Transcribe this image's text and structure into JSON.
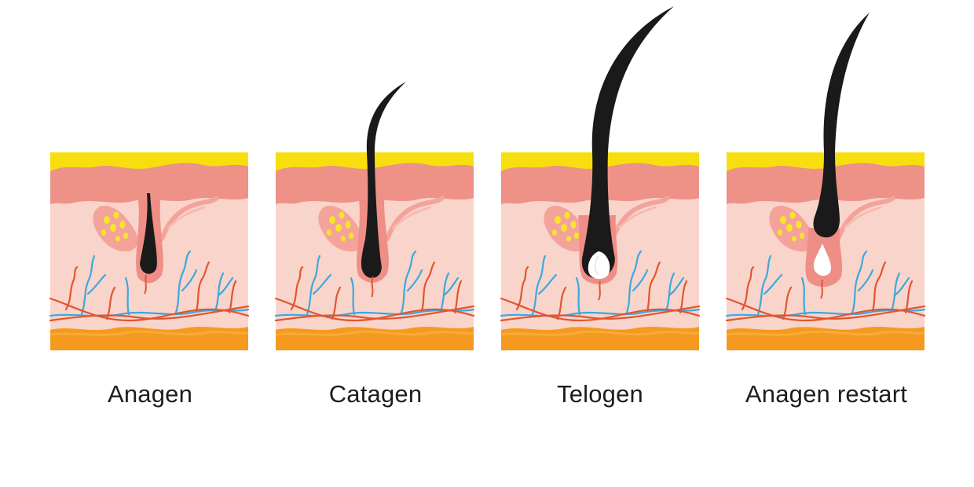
{
  "stages": [
    {
      "label": "Anagen"
    },
    {
      "label": "Catagen"
    },
    {
      "label": "Telogen"
    },
    {
      "label": "Anagen restart"
    }
  ],
  "colors": {
    "epidermis_top": "#f7df0f",
    "epidermis": "#ee9186",
    "dermis": "#f9d4cb",
    "fat_layer": "#f59a1e",
    "sebaceous_gland": "#f4a39a",
    "sebum": "#f6e52a",
    "hair": "#1a1a1a",
    "follicle": "#ef8e86",
    "artery": "#e2552f",
    "vein": "#3ba9dd",
    "club_hair_bulb": "#ffffff"
  }
}
